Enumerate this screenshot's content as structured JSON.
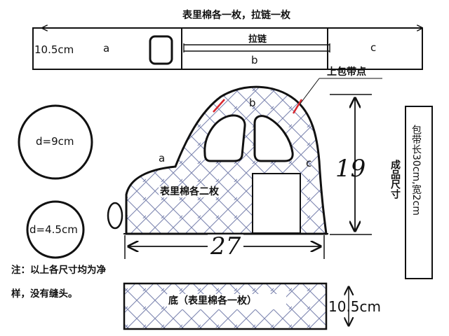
{
  "strip": {
    "title": "表里棉各一枚，拉链一枚",
    "height_label": "10.5cm",
    "label_a": "a",
    "zipper_label": "拉链",
    "label_b": "b",
    "label_c": "c"
  },
  "body_panel": {
    "strap_point_label": "上包带点",
    "label_b": "b",
    "label_a": "a",
    "label_c": "c",
    "pieces_label": "表里棉各二枚",
    "height_label": "19",
    "width_label": "27"
  },
  "circles": {
    "large_label": "d=9cm",
    "small_label": "d=4.5cm"
  },
  "note": {
    "line1": "注：以上各尺寸均为净",
    "line2": "样，没有缝头。"
  },
  "bottom_piece": {
    "label": "底（表里棉各一枚）",
    "height_label": "10.5cm"
  },
  "size_box": {
    "title": "成品尺寸",
    "strap_spec": "包带长30cm,宽2cm"
  },
  "colors": {
    "line": "#111111",
    "hatch": "#7d86b0",
    "strap_mark": "#d8262e"
  }
}
